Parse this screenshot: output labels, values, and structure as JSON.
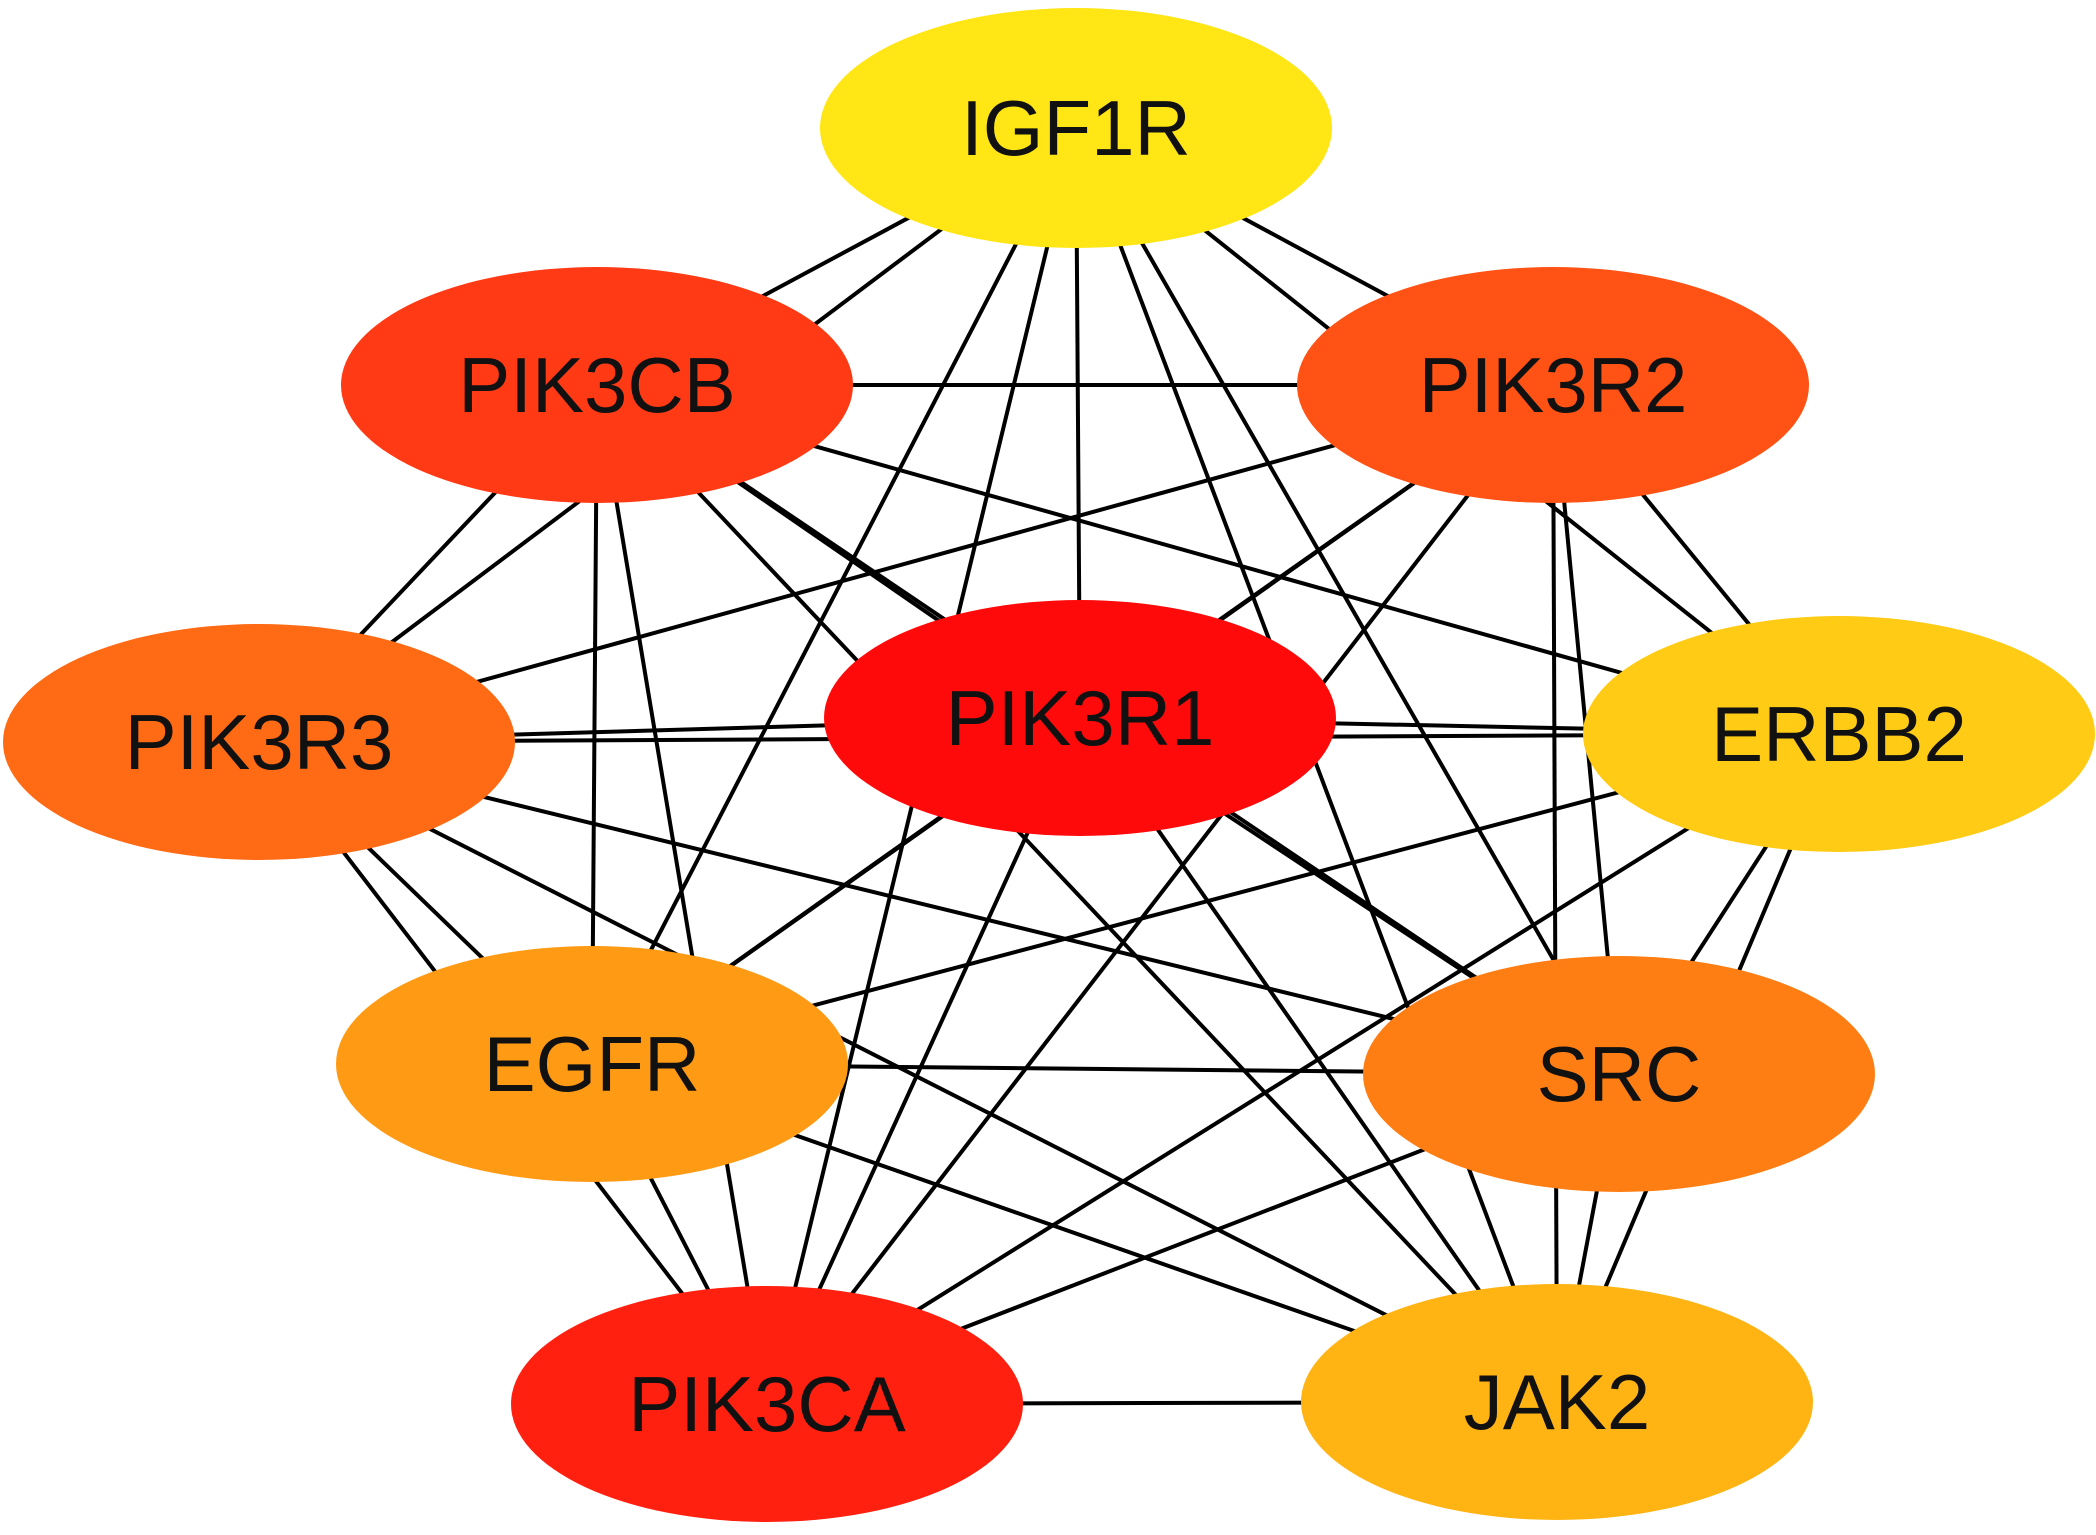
{
  "nodes": [
    {
      "id": "IGF1R",
      "label": "IGF1R",
      "color": "#FFE614"
    },
    {
      "id": "PIK3CB",
      "label": "PIK3CB",
      "color": "#FF3A14"
    },
    {
      "id": "PIK3R2",
      "label": "PIK3R2",
      "color": "#FF5214"
    },
    {
      "id": "PIK3R3",
      "label": "PIK3R3",
      "color": "#FF6A14"
    },
    {
      "id": "PIK3R1",
      "label": "PIK3R1",
      "color": "#FF0A0A"
    },
    {
      "id": "ERBB2",
      "label": "ERBB2",
      "color": "#FFCB14"
    },
    {
      "id": "EGFR",
      "label": "EGFR",
      "color": "#FF9A14"
    },
    {
      "id": "SRC",
      "label": "SRC",
      "color": "#FF7E14"
    },
    {
      "id": "PIK3CA",
      "label": "PIK3CA",
      "color": "#FF2010"
    },
    {
      "id": "JAK2",
      "label": "JAK2",
      "color": "#FFB414"
    }
  ],
  "edges": [
    [
      "IGF1R",
      "PIK3CB"
    ],
    [
      "IGF1R",
      "PIK3R2"
    ],
    [
      "IGF1R",
      "PIK3R3"
    ],
    [
      "IGF1R",
      "PIK3R1"
    ],
    [
      "IGF1R",
      "ERBB2"
    ],
    [
      "IGF1R",
      "EGFR"
    ],
    [
      "IGF1R",
      "SRC"
    ],
    [
      "IGF1R",
      "PIK3CA"
    ],
    [
      "IGF1R",
      "JAK2"
    ],
    [
      "PIK3CB",
      "PIK3R2"
    ],
    [
      "PIK3CB",
      "PIK3R3"
    ],
    [
      "PIK3CB",
      "PIK3R1"
    ],
    [
      "PIK3CB",
      "ERBB2"
    ],
    [
      "PIK3CB",
      "EGFR"
    ],
    [
      "PIK3CB",
      "SRC"
    ],
    [
      "PIK3CB",
      "PIK3CA"
    ],
    [
      "PIK3CB",
      "JAK2"
    ],
    [
      "PIK3R2",
      "PIK3R3"
    ],
    [
      "PIK3R2",
      "PIK3R1"
    ],
    [
      "PIK3R2",
      "ERBB2"
    ],
    [
      "PIK3R2",
      "EGFR"
    ],
    [
      "PIK3R2",
      "SRC"
    ],
    [
      "PIK3R2",
      "PIK3CA"
    ],
    [
      "PIK3R2",
      "JAK2"
    ],
    [
      "PIK3R3",
      "PIK3R1"
    ],
    [
      "PIK3R3",
      "ERBB2"
    ],
    [
      "PIK3R3",
      "EGFR"
    ],
    [
      "PIK3R3",
      "SRC"
    ],
    [
      "PIK3R3",
      "PIK3CA"
    ],
    [
      "PIK3R3",
      "JAK2"
    ],
    [
      "PIK3R1",
      "ERBB2"
    ],
    [
      "PIK3R1",
      "EGFR"
    ],
    [
      "PIK3R1",
      "SRC"
    ],
    [
      "PIK3R1",
      "PIK3CA"
    ],
    [
      "PIK3R1",
      "JAK2"
    ],
    [
      "ERBB2",
      "EGFR"
    ],
    [
      "ERBB2",
      "SRC"
    ],
    [
      "ERBB2",
      "PIK3CA"
    ],
    [
      "ERBB2",
      "JAK2"
    ],
    [
      "EGFR",
      "SRC"
    ],
    [
      "EGFR",
      "PIK3CA"
    ],
    [
      "EGFR",
      "JAK2"
    ],
    [
      "SRC",
      "PIK3CA"
    ],
    [
      "SRC",
      "JAK2"
    ],
    [
      "PIK3CA",
      "JAK2"
    ]
  ]
}
